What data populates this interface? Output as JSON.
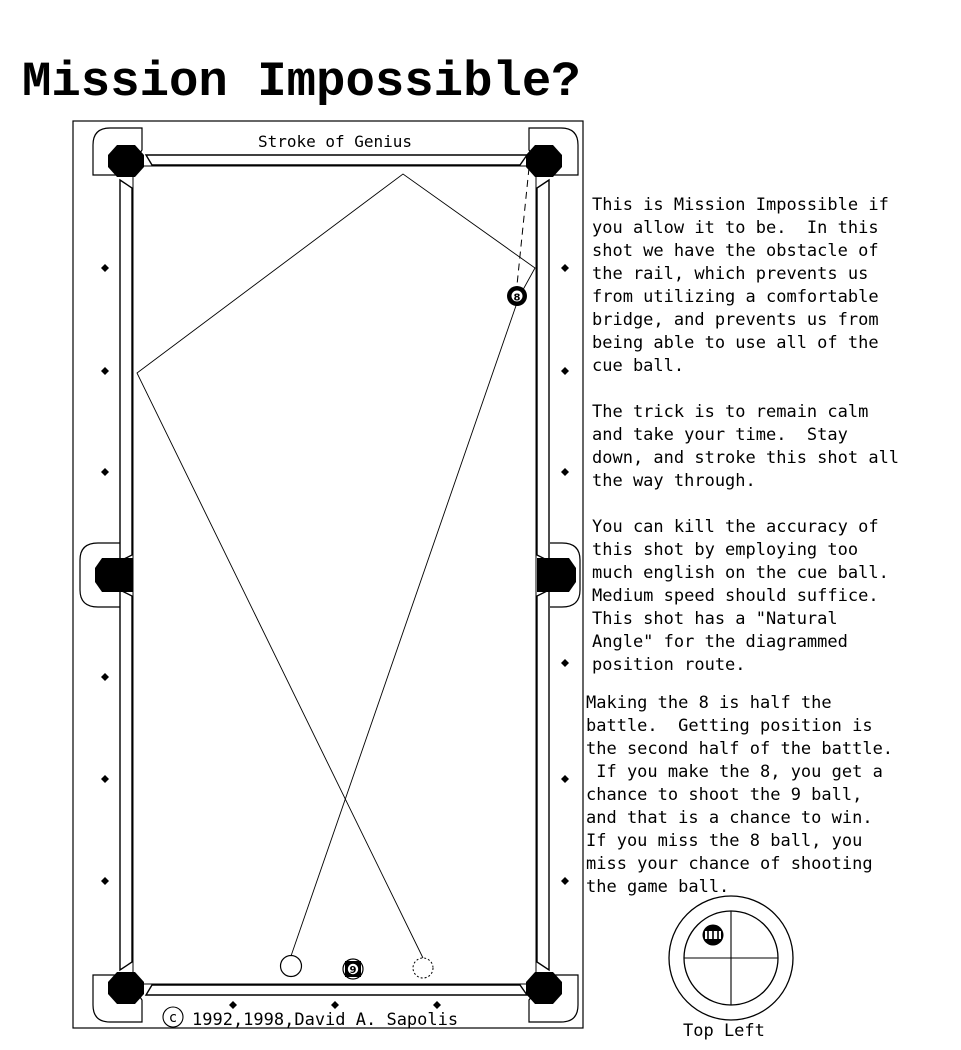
{
  "title": "Mission Impossible?",
  "diagram": {
    "header": "Stroke of Genius",
    "copyright_symbol": "c",
    "copyright": "1992,1998,David A. Sapolis",
    "balls": {
      "object_ball": "8",
      "next_ball": "9"
    }
  },
  "paragraphs": [
    "This is Mission Impossible if\nyou allow it to be.  In this\nshot we have the obstacle of\nthe rail, which prevents us\nfrom utilizing a comfortable\nbridge, and prevents us from\nbeing able to use all of the\ncue ball.",
    "The trick is to remain calm\nand take your time.  Stay\ndown, and stroke this shot all\nthe way through.",
    "You can kill the accuracy of\nthis shot by employing too\nmuch english on the cue ball.\nMedium speed should suffice.\nThis shot has a \"Natural\nAngle\" for the diagrammed\nposition route.",
    "Making the 8 is half the\nbattle.  Getting position is\nthe second half of the battle.\n If you make the 8, you get a\nchance to shoot the 9 ball,\nand that is a chance to win.\nIf you miss the 8 ball, you\nmiss your chance of shooting\nthe game ball."
  ],
  "cue_tip": {
    "label": "Top Left"
  }
}
